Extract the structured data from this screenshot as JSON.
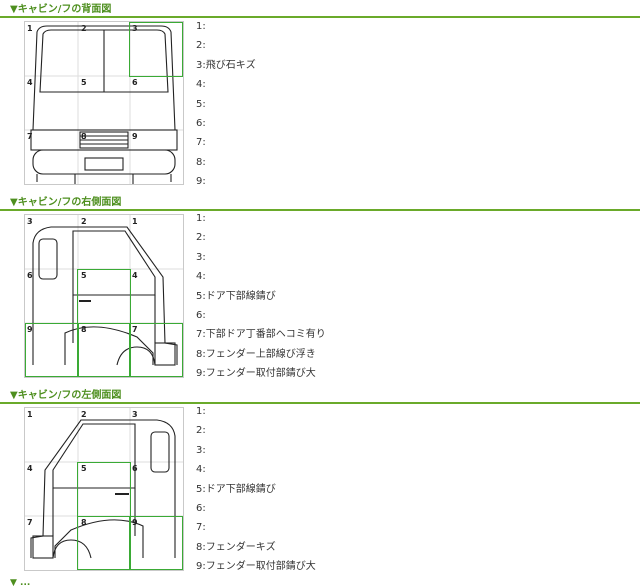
{
  "sections": [
    {
      "title": "▼キャビン/フの背面図",
      "view": "back",
      "highlighted_cells": [
        3
      ],
      "items": [
        "1:",
        "2:",
        "3:飛び石キズ",
        "4:",
        "5:",
        "6:",
        "7:",
        "8:",
        "9:"
      ]
    },
    {
      "title": "▼キャビン/フの右側面図",
      "view": "right",
      "highlighted_cells": [
        5,
        7,
        8,
        9
      ],
      "items": [
        "1:",
        "2:",
        "3:",
        "4:",
        "5:ドア下部線錆び",
        "6:",
        "7:下部ドア丁番部ヘコミ有り",
        "8:フェンダー上部線び浮き",
        "9:フェンダー取付部錆び大"
      ]
    },
    {
      "title": "▼キャビン/フの左側面図",
      "view": "left",
      "highlighted_cells": [
        5,
        8,
        9
      ],
      "items": [
        "1:",
        "2:",
        "3:",
        "4:",
        "5:ドア下部線錆び",
        "6:",
        "7:",
        "8:フェンダーキズ",
        "9:フェンダー取付部錆び大"
      ]
    }
  ],
  "footer_title": "▼ ..."
}
